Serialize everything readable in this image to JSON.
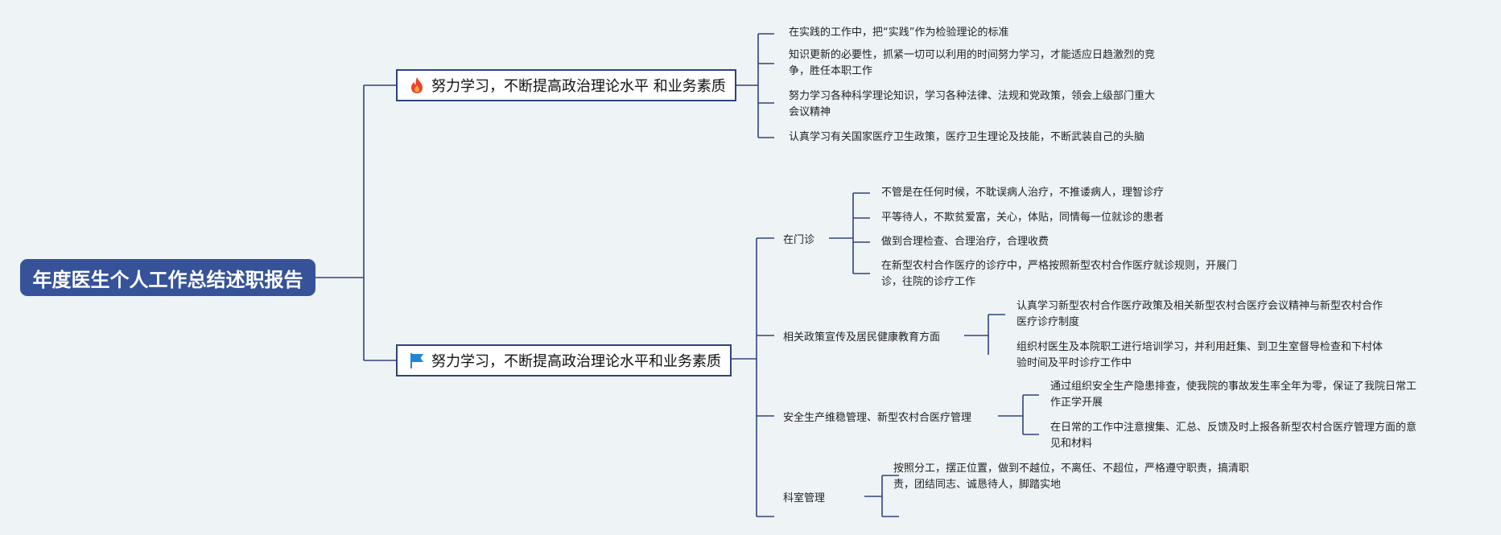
{
  "root": {
    "label": "年度医生个人工作总结述职报告"
  },
  "branch1": {
    "label": "努力学习，不断提高政治理论水平 和业务素质",
    "icon": "fire-icon",
    "items": [
      "在实践的工作中，把“实践”作为检验理论的标准",
      "知识更新的必要性，抓紧一切可以利用的时间努力学习，才能适应日趋激烈的竞",
      "争，胜任本职工作",
      "努力学习各种科学理论知识，学习各种法律、法规和党政策，领会上级部门重大",
      "会议精神",
      "认真学习有关国家医疗卫生政策，医疗卫生理论及技能，不断武装自己的头脑"
    ]
  },
  "branch2": {
    "label": "努力学习，不断提高政治理论水平和业务素质",
    "icon": "flag-icon",
    "subs": [
      {
        "label": "在门诊",
        "items": [
          "不管是在任何时候，不耽误病人治疗，不推诿病人，理智诊疗",
          "平等待人，不欺贫爱富，关心，体贴，同情每一位就诊的患者",
          "做到合理检查、合理治疗，合理收费",
          "在新型农村合作医疗的诊疗中，严格按照新型农村合作医疗就诊规则，开展门",
          "诊，往院的诊疗工作"
        ]
      },
      {
        "label": "相关政策宣传及居民健康教育方面",
        "items": [
          "认真学习新型农村合作医疗政策及相关新型农村合医疗会议精神与新型农村合作",
          "医疗诊疗制度",
          "组织村医生及本院职工进行培训学习，并利用赶集、到卫生室督导检查和下村体",
          "验时间及平时诊疗工作中"
        ]
      },
      {
        "label": "安全生产维稳管理、新型农村合医疗管理",
        "items": [
          "通过组织安全生产隐患排查，使我院的事故发生率全年为零，保证了我院日常工",
          "作正学开展",
          "在日常的工作中注意搜集、汇总、反馈及时上报各新型农村合医疗管理方面的意",
          "见和材料"
        ]
      },
      {
        "label": "科室管理",
        "items": [
          "按照分工，摆正位置，做到不越位，不离任、不超位，严格遵守职责，搞清职",
          "责，团结同志、诚恳待人，脚踏实地"
        ]
      }
    ]
  },
  "colors": {
    "root_bg": "#36539a",
    "line": "#2e447c",
    "background": "#eef3f6",
    "fire": "#e8452c",
    "flag": "#1f86d6"
  }
}
